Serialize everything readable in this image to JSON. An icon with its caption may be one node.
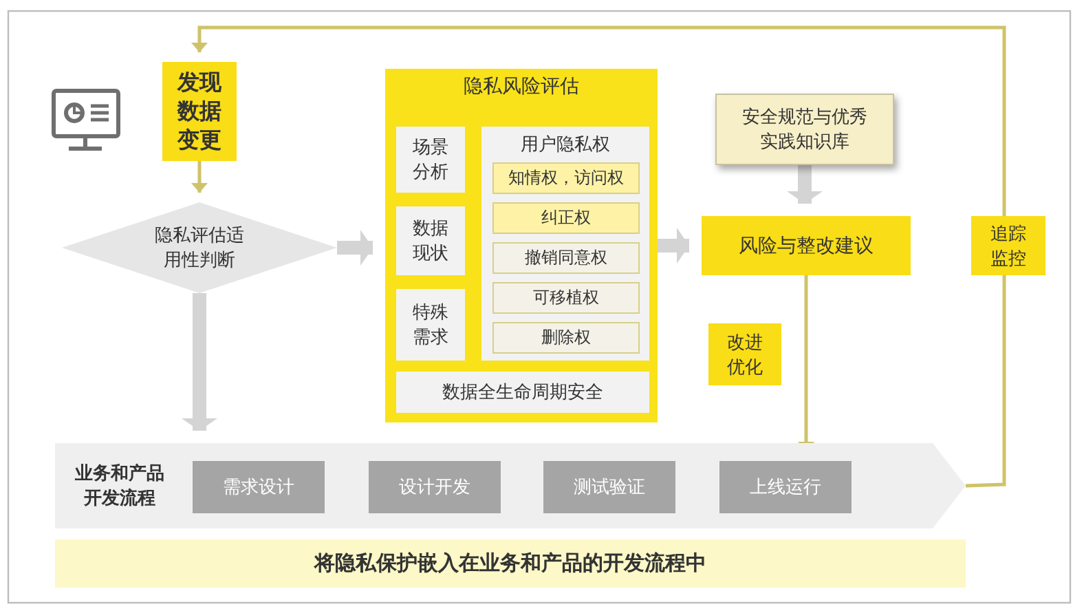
{
  "diagram": {
    "nodes": [
      {
        "text": [
          "发现数据变更"
        ]
      },
      {
        "text": [
          "隐私评估适用性判断"
        ]
      },
      {
        "text": [
          "隐私风险评估"
        ]
      },
      {
        "text": [
          "场景分析"
        ],
        "in": 2
      },
      {
        "text": [
          "数据现状"
        ],
        "in": 2
      },
      {
        "text": [
          "特殊需求"
        ],
        "in": 2
      },
      {
        "text": [
          "用户隐私权"
        ],
        "in": 2
      },
      {
        "text": [
          "知情权，访问权"
        ],
        "in": 6
      },
      {
        "text": [
          "纠正权"
        ],
        "in": 6
      },
      {
        "text": [
          "撤销同意权"
        ],
        "in": 6
      },
      {
        "text": [
          "可移植权"
        ],
        "in": 6
      },
      {
        "text": [
          "删除权"
        ],
        "in": 6
      },
      {
        "text": [
          "数据全生命周期安全"
        ],
        "in": 2
      },
      {
        "text": [
          "安全规范与优秀实践知识库"
        ]
      },
      {
        "text": [
          "风险与整改建议"
        ]
      },
      {
        "text": [
          "改进优化"
        ]
      },
      {
        "text": [
          "追踪监控"
        ]
      },
      {
        "text": [
          "业务和产品开发流程"
        ]
      },
      {
        "text": [
          "需求设计"
        ],
        "in": 17
      },
      {
        "text": [
          "设计开发"
        ],
        "in": 17
      },
      {
        "text": [
          "测试验证"
        ],
        "in": 17
      },
      {
        "text": [
          "上线运行"
        ],
        "in": 17
      },
      {
        "text": [
          "将隐私保护嵌入在业务和产品的开发流程中"
        ]
      }
    ],
    "edges": [
      {
        "from": 0,
        "to": 1,
        "arrow": "to"
      },
      {
        "from": 1,
        "to": 17,
        "arrow": "to",
        "style": "thick",
        "color": "#d4d4d4"
      },
      {
        "from": 1,
        "to": 2,
        "arrow": "to",
        "style": "thick",
        "color": "#d4d4d4"
      },
      {
        "from": 2,
        "to": 14,
        "arrow": "to",
        "style": "thick",
        "color": "#d4d4d4"
      },
      {
        "from": 13,
        "to": 14,
        "arrow": "to",
        "style": "thick",
        "color": "#d4d4d4"
      },
      {
        "from": 14,
        "to": 21,
        "arrow": "to"
      },
      {
        "from": 17,
        "to": 16,
        "arrow": "none"
      },
      {
        "from": 16,
        "to": 0,
        "arrow": "to"
      }
    ]
  }
}
